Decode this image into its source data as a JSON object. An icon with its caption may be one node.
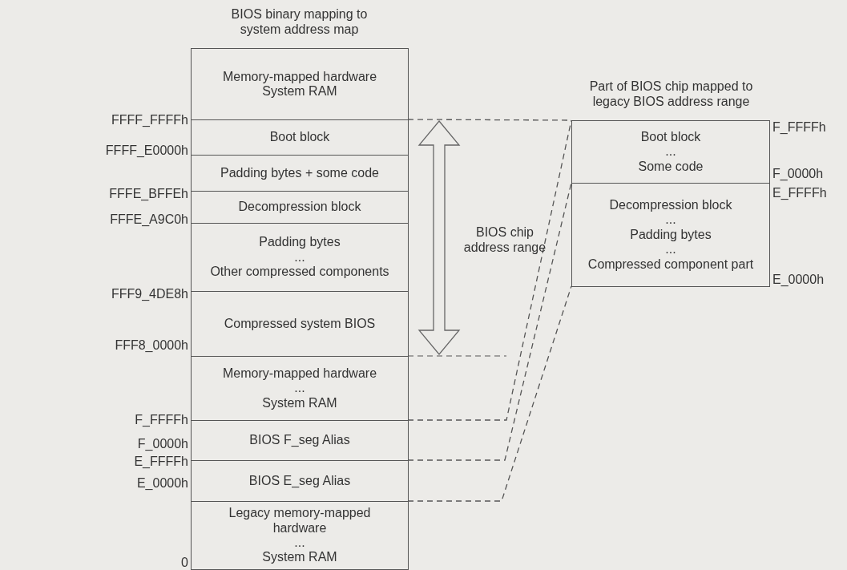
{
  "diagram": {
    "nodes": [
      {
        "text": [
          "Memory-mapped hardware",
          "System RAM"
        ]
      },
      {
        "text": [
          "Boot block"
        ]
      },
      {
        "text": [
          "Padding bytes + some code"
        ]
      },
      {
        "text": [
          "Decompression block"
        ]
      },
      {
        "text": [
          "Padding bytes",
          "...",
          "Other compressed components"
        ]
      },
      {
        "text": [
          "Compressed system BIOS"
        ]
      },
      {
        "text": [
          "Memory-mapped hardware",
          "...",
          "System RAM"
        ]
      },
      {
        "text": [
          "BIOS F_seg Alias"
        ]
      },
      {
        "text": [
          "BIOS E_seg Alias"
        ]
      },
      {
        "text": [
          "Legacy memory-mapped hardware",
          "...",
          "System RAM"
        ]
      },
      {
        "text": [
          "Boot block",
          "...",
          "Some code"
        ]
      },
      {
        "text": [
          "Decompression block",
          "...",
          "Padding bytes",
          "...",
          "Compressed component part"
        ]
      }
    ],
    "edges": [
      {
        "from": 7,
        "to": 10,
        "arrow": "none",
        "style": "dashed"
      },
      {
        "from": 8,
        "to": 11,
        "arrow": "none",
        "style": "dashed"
      },
      {
        "from": 1,
        "to": 10,
        "arrow": "none",
        "style": "dashed"
      },
      {
        "from": 8,
        "to": 11,
        "arrow": "none",
        "style": "dashed"
      }
    ],
    "labels": [
      "BIOS binary mapping to system address map",
      "Part of BIOS chip mapped to legacy BIOS address range",
      "FFFF_FFFFh",
      "F_FFFFh",
      "FFFF_E0000h",
      "F_0000h",
      "E_FFFFh",
      "FFFE_BFFEh",
      "FFFE_A9C0h",
      "BIOS chip address range",
      "E_0000h",
      "FFF9_4DE8h",
      "FFF8_0000h",
      "F_FFFFh",
      "F_0000h",
      "E_FFFFh",
      "E_0000h",
      "0"
    ]
  }
}
